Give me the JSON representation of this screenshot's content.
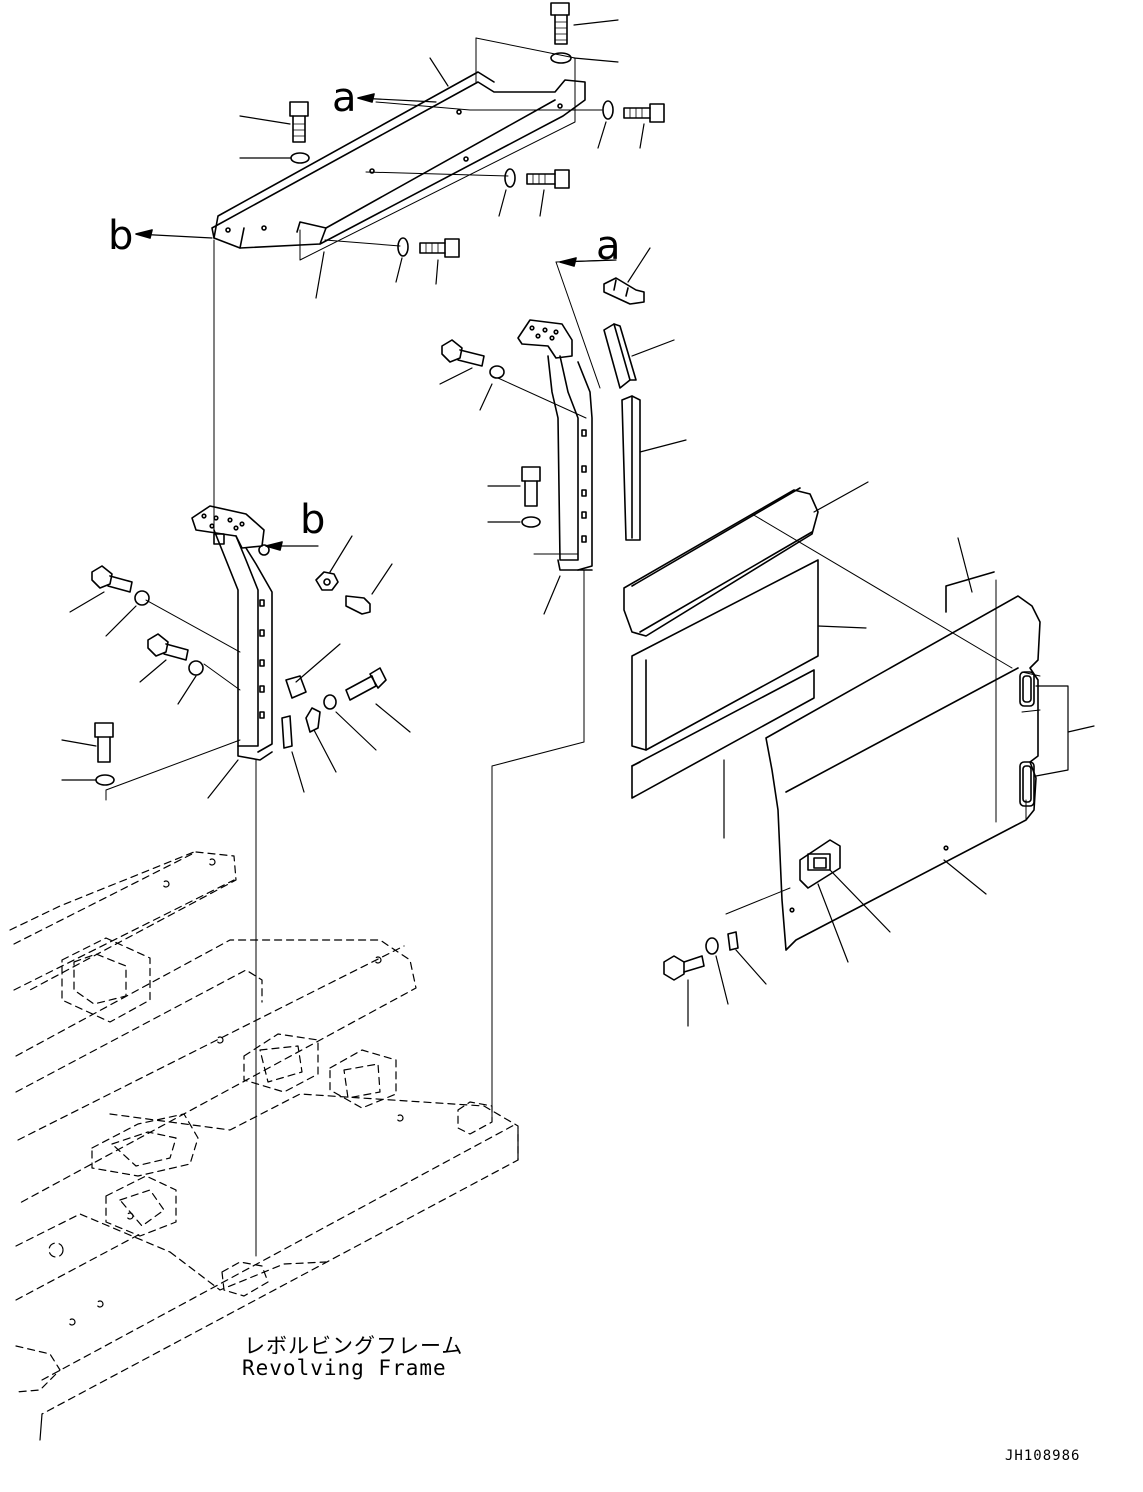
{
  "callouts": {
    "a_top": "a",
    "b_left": "b",
    "a_right": "a",
    "b_post": "b"
  },
  "frame_label": {
    "japanese": "レボルビングフレーム",
    "english": "Revolving Frame"
  },
  "drawing_id": "JH108986",
  "colors": {
    "line": "#000000",
    "background": "#ffffff"
  }
}
